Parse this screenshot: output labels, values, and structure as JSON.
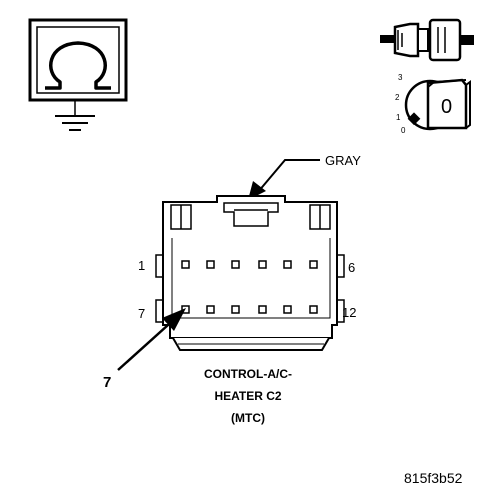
{
  "symbols": {
    "ohmmeter_icon": "ohmmeter-with-ground",
    "connector_test_icon": "connector-plug",
    "ignition_icon": "ignition-key-switch"
  },
  "ignition": {
    "positions": [
      "3",
      "2",
      "1",
      "0"
    ],
    "key_label": "0"
  },
  "connector": {
    "wire_color_label": "GRAY",
    "pin_label_top_left": "1",
    "pin_label_top_right": "6",
    "pin_label_bottom_left": "7",
    "pin_label_bottom_right": "12",
    "callout_pin": "7",
    "name_line1": "CONTROL-A/C-",
    "name_line2": "HEATER C2",
    "name_line3": "(MTC)"
  },
  "figure_id": "815f3b52"
}
